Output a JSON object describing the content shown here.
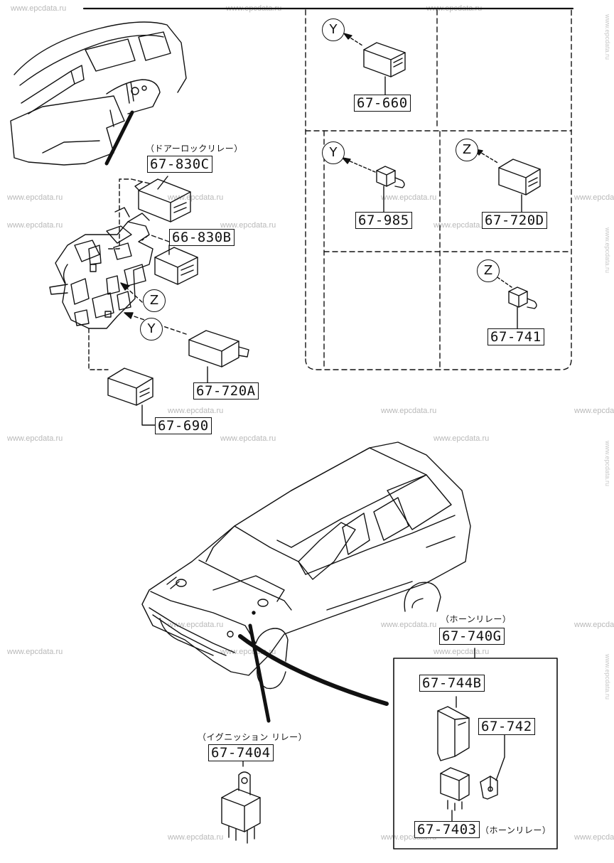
{
  "watermark": "www.epcdata.ru",
  "parts": {
    "door_lock_relay_note": "（ドアーロックリレー）",
    "p830c": "67-830C",
    "p66830b": "66-830B",
    "p720a": "67-720A",
    "p690": "67-690",
    "p660": "67-660",
    "p985": "67-985",
    "p720d": "67-720D",
    "p741": "67-741",
    "horn_relay_note": "（ホーンリレー）",
    "p740g": "67-740G",
    "p744b": "67-744B",
    "p742": "67-742",
    "p7403": "67-7403",
    "horn_relay_note2": "（ホーンリレー）",
    "ign_relay_note": "（イグニッション リレー）",
    "p7404": "67-7404"
  },
  "callouts": {
    "y": "Y",
    "z": "Z"
  }
}
